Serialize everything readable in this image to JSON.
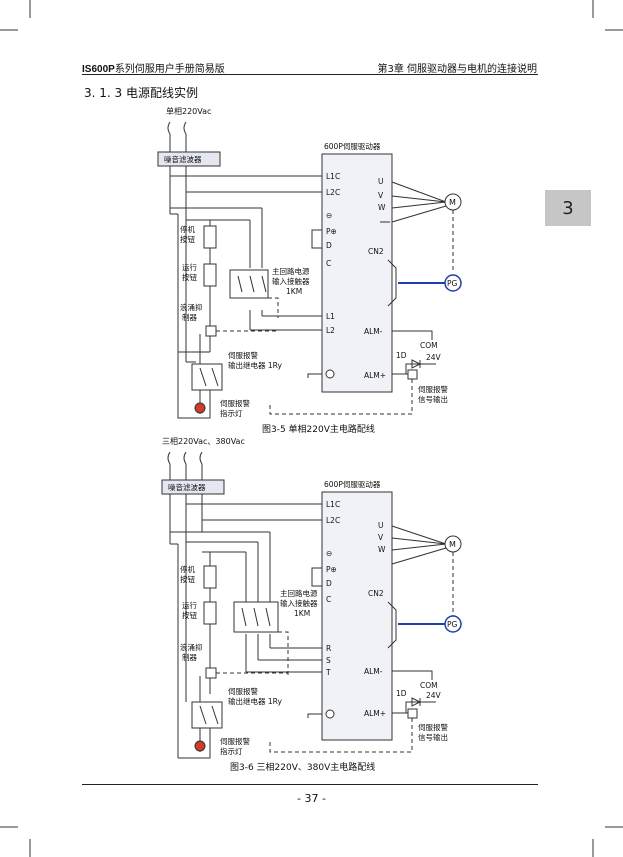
{
  "header": {
    "brand": "IS600P",
    "brand_suffix": "系列伺服用户手册简易版",
    "chapter_title": "第3章 伺服驱动器与电机的连接说明"
  },
  "section_title": "3. 1. 3  电源配线实例",
  "chapter_tab": "3",
  "figure1": {
    "supply": "单相220Vac",
    "filter": "噪音滤波器",
    "drive": "600P伺服驱动器",
    "stop_button": [
      "停机",
      "按钮"
    ],
    "run_button": [
      "运行",
      "按钮"
    ],
    "surge": [
      "浪涌抑",
      "制器"
    ],
    "contactor": [
      "主回路电源",
      "输入接触器",
      "1KM"
    ],
    "relay": [
      "伺服报警",
      "输出继电器 1Ry"
    ],
    "lamp": [
      "伺服报警",
      "指示灯"
    ],
    "terminals_left": [
      "L1C",
      "L2C",
      "⊖",
      "P⊕",
      "D",
      "C",
      "L1",
      "L2"
    ],
    "terminals_right": [
      "U",
      "V",
      "W",
      "CN2",
      "ALM-",
      "ALM+"
    ],
    "motor": "M",
    "encoder": "PG",
    "com": "COM",
    "diode": "1D",
    "voltage": "24V",
    "alarm_out": [
      "伺服报警",
      "信号输出"
    ],
    "caption": "图3-5 单相220V主电路配线"
  },
  "figure2": {
    "supply": "三相220Vac、380Vac",
    "filter": "噪音滤波器",
    "drive": "600P伺服驱动器",
    "stop_button": [
      "停机",
      "按钮"
    ],
    "run_button": [
      "运行",
      "按钮"
    ],
    "surge": [
      "浪涌抑",
      "制器"
    ],
    "contactor": [
      "主回路电源",
      "输入接触器",
      "1KM"
    ],
    "relay": [
      "伺服报警",
      "输出继电器 1Ry"
    ],
    "lamp": [
      "伺服报警",
      "指示灯"
    ],
    "terminals_left": [
      "L1C",
      "L2C",
      "⊖",
      "P⊕",
      "D",
      "C",
      "R",
      "S",
      "T"
    ],
    "terminals_right": [
      "U",
      "V",
      "W",
      "CN2",
      "ALM-",
      "ALM+"
    ],
    "motor": "M",
    "encoder": "PG",
    "com": "COM",
    "diode": "1D",
    "voltage": "24V",
    "alarm_out": [
      "伺服报警",
      "信号输出"
    ],
    "caption": "图3-6 三相220V、380V主电路配线"
  },
  "footer": {
    "page_number": "- 37 -"
  }
}
